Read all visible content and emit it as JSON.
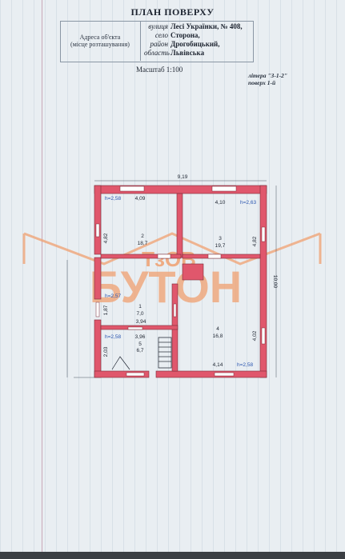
{
  "header": {
    "title": "ПЛАН ПОВЕРХУ",
    "address_label_1": "Адреса об'єкта",
    "address_label_2": "(місце розташування)",
    "street_key": "вулиця",
    "street_val": "Лесі Українки, № 408,",
    "village_key": "село",
    "village_val": "Сторона,",
    "district_key": "район",
    "district_val": "Дрогобицький,",
    "region_key": "область",
    "region_val": "Львівська",
    "scale": "Масштаб 1:100",
    "litera_1": "літера \"З-1-2\"",
    "litera_2": "поверх 1-й"
  },
  "plan": {
    "total_width": "9,19",
    "total_depth": "10,00",
    "watermark_1": "ТзОВ",
    "watermark_2": "БУТОН",
    "rooms": [
      {
        "id": "room-2",
        "num": "2",
        "area": "18,7",
        "height": "h=2,58",
        "dim_w": "4,09",
        "dim_h": "4,82"
      },
      {
        "id": "room-3",
        "num": "3",
        "area": "19,7",
        "height": "h=2,63",
        "dim_w": "4,10",
        "dim_h": "4,82"
      },
      {
        "id": "room-1",
        "num": "1",
        "area": "7,0",
        "height": "h=2,57",
        "dim_w": "3,94",
        "dim_h": "1,87"
      },
      {
        "id": "room-4",
        "num": "4",
        "area": "16,8",
        "height": "h=2,58",
        "dim_w": "4,14",
        "dim_h": "4,02"
      },
      {
        "id": "room-5",
        "num": "5",
        "area": "6,7",
        "height": "h=2,58",
        "dim_w": "3,96",
        "dim_h": "2,03"
      }
    ]
  },
  "colors": {
    "wall": "#e0576c",
    "watermark": "#f0a070",
    "paper": "#e9eef2",
    "ink": "#1d2430",
    "blue": "#2a56b0"
  }
}
